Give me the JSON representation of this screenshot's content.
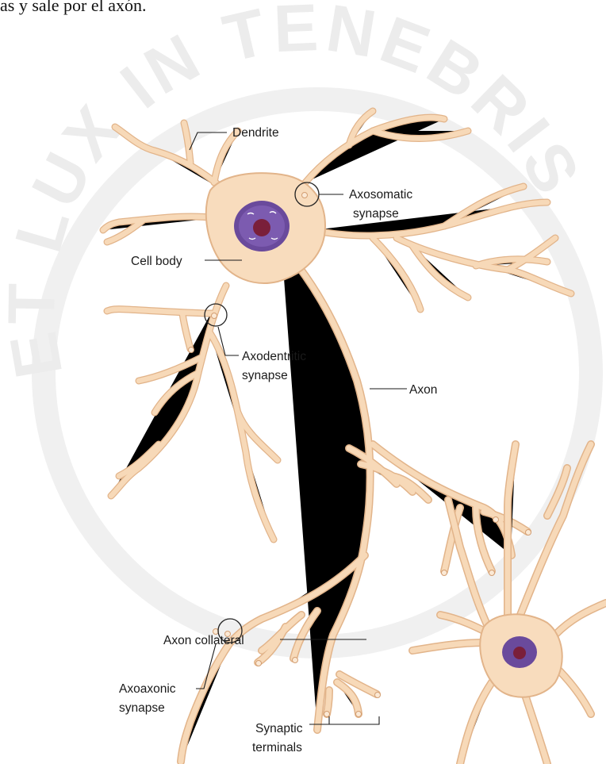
{
  "page": {
    "header_text": "as y sale por el axón."
  },
  "watermark": {
    "text": "ET LUX IN TENEBRIS"
  },
  "diagram": {
    "labels": {
      "dendrite": "Dendrite",
      "axosomatic_line1": "Axosomatic",
      "axosomatic_line2": "synapse",
      "cell_body": "Cell body",
      "axodendritic_line1": "Axodentritic",
      "axodendritic_line2": "synapse",
      "axon": "Axon",
      "axon_collateral": "Axon collateral",
      "axoaxonic_line1": "Axoaxonic",
      "axoaxonic_line2": "synapse",
      "synaptic_line1": "Synaptic",
      "synaptic_line2": "terminals"
    },
    "colors": {
      "cytoplasm": "#f8dcbd",
      "membrane": "#e2b48a",
      "nucleus": "#6a4a9c",
      "nucleolus": "#7a1f3a",
      "watermark": "#ededed"
    }
  }
}
